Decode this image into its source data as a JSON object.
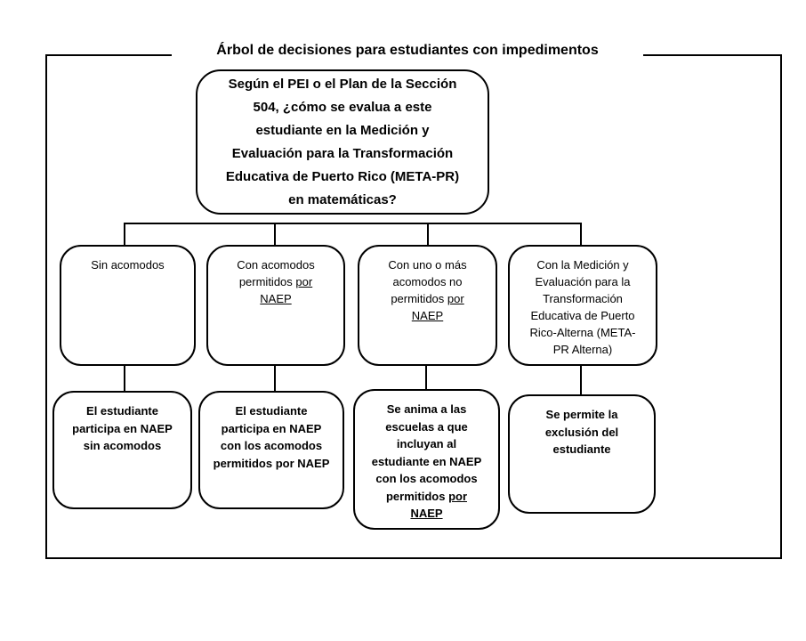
{
  "title": "Árbol de decisiones para estudiantes con impedimentos",
  "colors": {
    "line": "#000000",
    "text": "#000000",
    "background": "#ffffff"
  },
  "root_question": "Según el PEI o el Plan de la Sección\n504, ¿cómo se evalua a este\nestudiante en la Medición y\nEvaluación para la Transformación\nEducativa de Puerto Rico (META-PR)\nen matemáticas?",
  "options": [
    {
      "id": "sin-acomodos",
      "parts": [
        {
          "t": "Sin acomodos"
        }
      ]
    },
    {
      "id": "con-acomodos-permitidos",
      "parts": [
        {
          "t": "Con acomodos\npermitidos "
        },
        {
          "t": "por\nNAEP",
          "u": true
        }
      ]
    },
    {
      "id": "acomodos-no-permitidos",
      "parts": [
        {
          "t": "Con uno o más\nacomodos no\npermitidos "
        },
        {
          "t": "por\nNAEP",
          "u": true
        }
      ]
    },
    {
      "id": "meta-pr-alterna",
      "parts": [
        {
          "t": "Con la Medición y\nEvaluación para la\nTransformación\nEducativa de Puerto\nRico-Alterna (META-\nPR Alterna)"
        }
      ]
    }
  ],
  "outcomes": [
    {
      "id": "participa-sin-acomodos",
      "parts": [
        {
          "t": "El estudiante\nparticipa en NAEP\nsin acomodos"
        }
      ]
    },
    {
      "id": "participa-con-acomodos",
      "parts": [
        {
          "t": "El estudiante\nparticipa en NAEP\ncon los acomodos\npermitidos por NAEP"
        }
      ]
    },
    {
      "id": "se-anima-incluir",
      "parts": [
        {
          "t": "Se anima a las\nescuelas a que\nincluyan al\nestudiante en NAEP\ncon los acomodos\npermitidos "
        },
        {
          "t": "por\nNAEP",
          "u": true
        }
      ]
    },
    {
      "id": "se-permite-exclusion",
      "parts": [
        {
          "t": "Se permite la\nexclusión del\nestudiante"
        }
      ]
    }
  ]
}
